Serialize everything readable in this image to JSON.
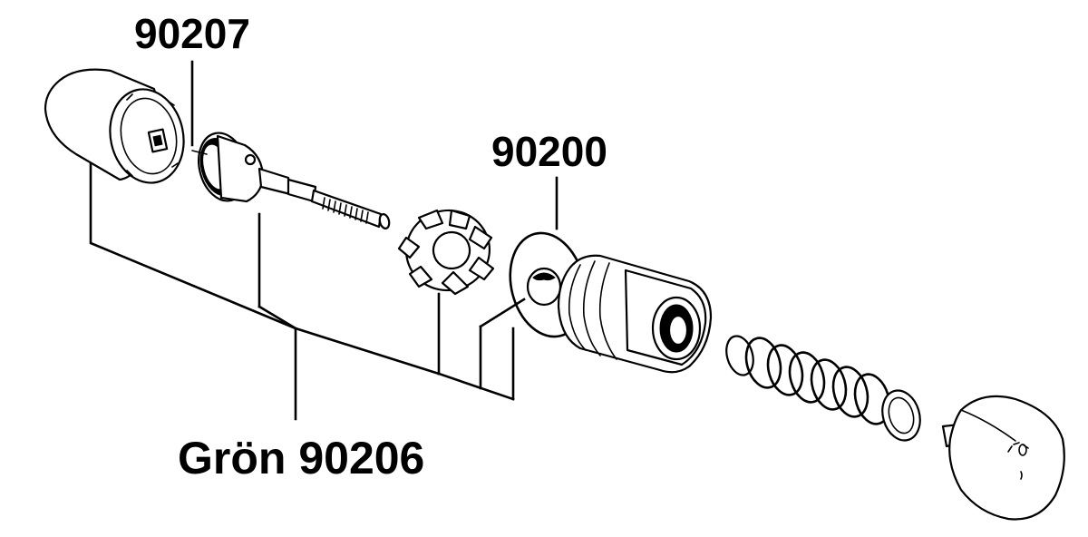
{
  "labels": {
    "part_a": "90207",
    "part_b": "90200",
    "part_c": "Grön 90206"
  },
  "colors": {
    "ink": "#000000",
    "paper": "#ffffff"
  }
}
